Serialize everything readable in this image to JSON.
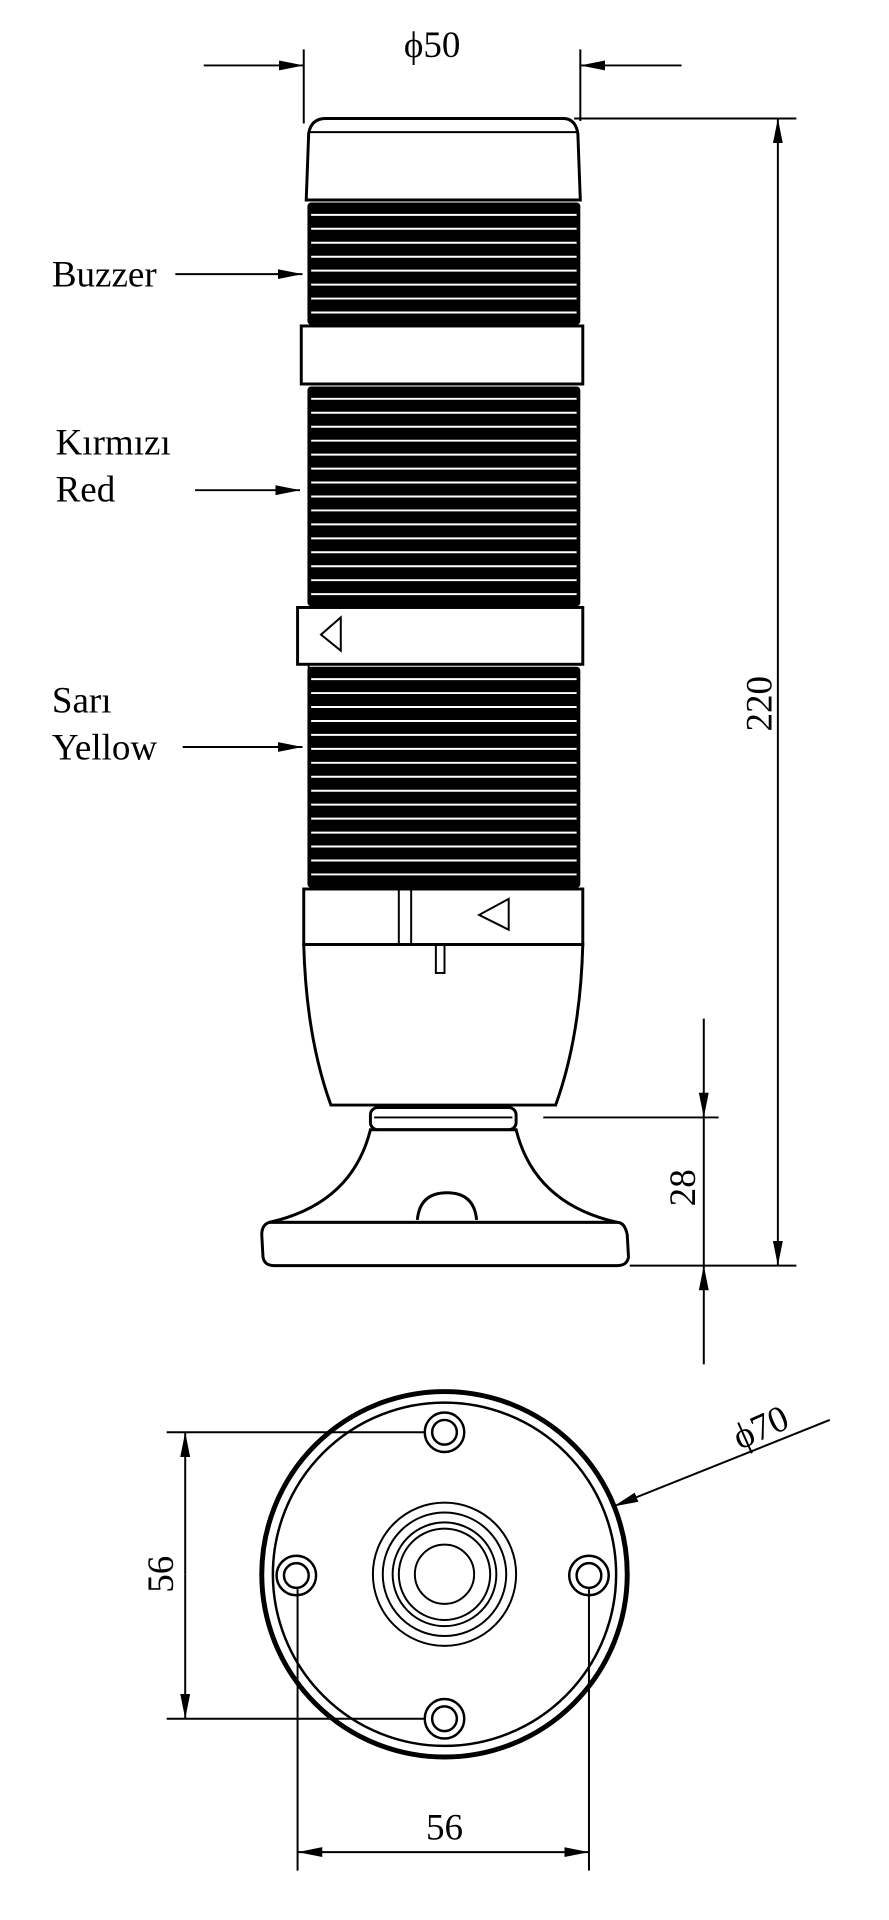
{
  "labels": {
    "buzzer": "Buzzer",
    "red_tr": "Kırmızı",
    "red_en": "Red",
    "yellow_tr": "Sarı",
    "yellow_en": "Yellow"
  },
  "dimensions": {
    "top_diameter": "ϕ50",
    "total_height": "220",
    "base_height": "28",
    "base_diameter": "ϕ70",
    "hole_spacing_vertical": "56",
    "hole_spacing_horizontal": "56"
  },
  "colors": {
    "line": "#000000",
    "background": "#ffffff"
  }
}
